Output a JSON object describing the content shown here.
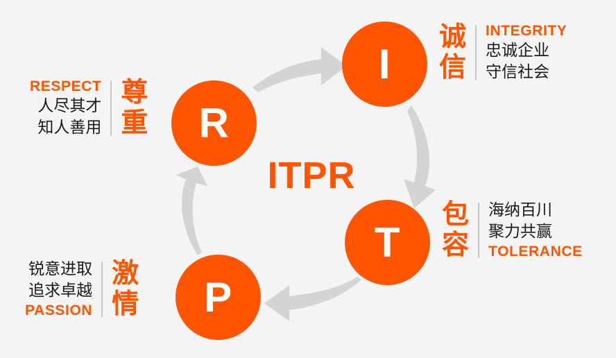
{
  "theme": {
    "background": "#f4f4f4",
    "accent": "#ff5500",
    "arrow": "#d4d4d4",
    "divider": "#c8c8c8",
    "text_dark": "#1a1a1a",
    "circle_letter": "#ffffff"
  },
  "center": {
    "acronym": "ITPR"
  },
  "nodes": [
    {
      "id": "respect",
      "letter": "R"
    },
    {
      "id": "integrity",
      "letter": "I"
    },
    {
      "id": "tolerance",
      "letter": "T"
    },
    {
      "id": "passion",
      "letter": "P"
    }
  ],
  "values": [
    {
      "id": "respect",
      "cn_title_chars": [
        "尊",
        "重"
      ],
      "english": "RESPECT",
      "cn_lines": [
        "人尽其才",
        "知人善用"
      ],
      "order": [
        "english",
        "cn_lines"
      ]
    },
    {
      "id": "integrity",
      "cn_title_chars": [
        "诚",
        "信"
      ],
      "english": "INTEGRITY",
      "cn_lines": [
        "忠诚企业",
        "守信社会"
      ],
      "order": [
        "english",
        "cn_lines"
      ]
    },
    {
      "id": "tolerance",
      "cn_title_chars": [
        "包",
        "容"
      ],
      "english": "TOLERANCE",
      "cn_lines": [
        "海纳百川",
        "聚力共赢"
      ],
      "order": [
        "cn_lines",
        "english"
      ]
    },
    {
      "id": "passion",
      "cn_title_chars": [
        "激",
        "情"
      ],
      "english": "PASSION",
      "cn_lines": [
        "锐意进取",
        "追求卓越"
      ],
      "order": [
        "cn_lines",
        "english"
      ]
    }
  ],
  "arrows": [
    {
      "id": "arrow-r-to-i",
      "from": "respect",
      "to": "integrity",
      "direction": "right-up"
    },
    {
      "id": "arrow-i-to-t",
      "from": "integrity",
      "to": "tolerance",
      "direction": "down"
    },
    {
      "id": "arrow-t-to-p",
      "from": "tolerance",
      "to": "passion",
      "direction": "left"
    },
    {
      "id": "arrow-p-to-r",
      "from": "passion",
      "to": "respect",
      "direction": "up"
    }
  ]
}
